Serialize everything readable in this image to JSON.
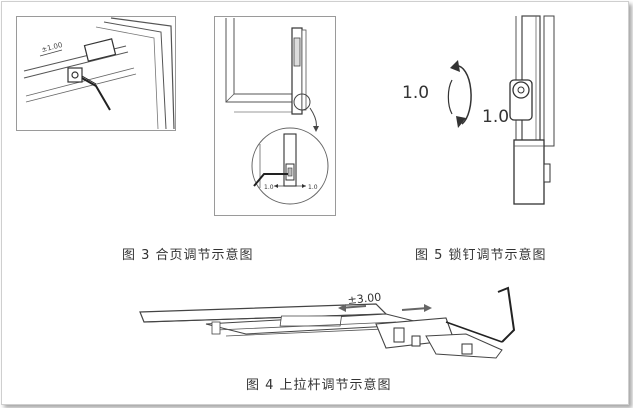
{
  "figures": {
    "fig3": {
      "caption": "图 3  合页调节示意图",
      "hinge_mark": "±1.00",
      "small_left": "1.0",
      "small_right": "1.0"
    },
    "fig5": {
      "caption": "图 5  锁钉调节示意图",
      "left_value": "1.0",
      "right_value": "1.0"
    },
    "fig4": {
      "caption": "图 4  上拉杆调节示意图",
      "dimension": "±3.00"
    }
  }
}
